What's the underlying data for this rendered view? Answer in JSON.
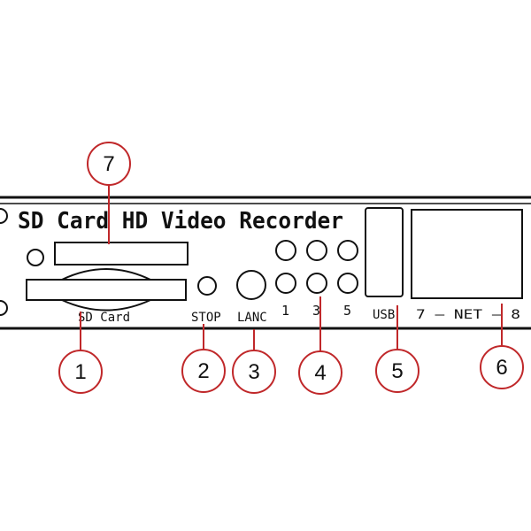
{
  "panel": {
    "title": "SD Card HD Video Recorder",
    "sd_card_label": "SD Card",
    "stop_label": "STOP",
    "lanc_label": "LANC",
    "port_label_1": "1",
    "port_label_3": "3",
    "port_label_5": "5",
    "usb_label": "USB",
    "net_label": "7 — NET — 8"
  },
  "callouts": {
    "c1": "1",
    "c2": "2",
    "c3": "3",
    "c4": "4",
    "c5": "5",
    "c6": "6",
    "c7": "7"
  },
  "colors": {
    "callout_ring": "#c0282a",
    "ink": "#111111"
  }
}
